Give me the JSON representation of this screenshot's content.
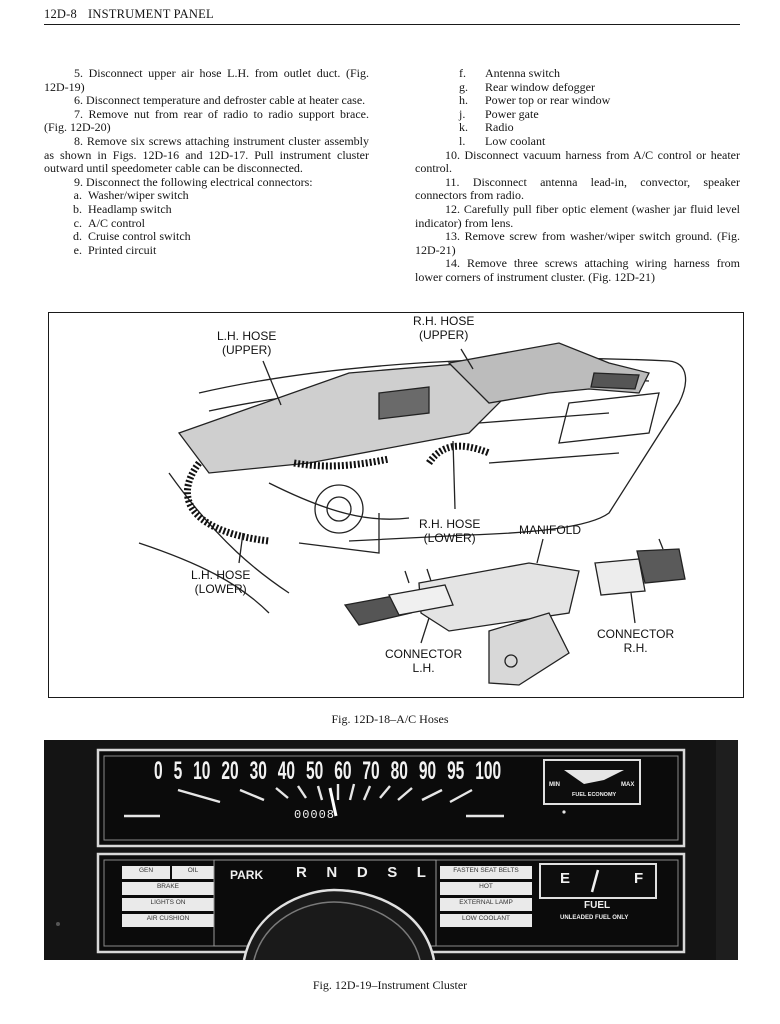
{
  "header": {
    "page_number": "12D-8",
    "section_title": "INSTRUMENT PANEL"
  },
  "left_column": {
    "paragraphs": [
      "5. Disconnect upper air hose L.H. from outlet duct. (Fig. 12D-19)",
      "6. Disconnect temperature and defroster cable at heater case.",
      "7. Remove nut from rear of radio to radio support brace. (Fig. 12D-20)",
      "8. Remove six screws attaching instrument cluster assembly as shown in Figs. 12D-16 and 12D-17. Pull instrument cluster outward until speedometer cable can be disconnected.",
      "9. Disconnect the following electrical connectors:"
    ],
    "connectors": [
      {
        "key": "a.",
        "text": "Washer/wiper switch"
      },
      {
        "key": "b.",
        "text": "Headlamp switch"
      },
      {
        "key": "c.",
        "text": "A/C control"
      },
      {
        "key": "d.",
        "text": "Cruise control switch"
      },
      {
        "key": "e.",
        "text": "Printed circuit"
      }
    ]
  },
  "right_column": {
    "connectors": [
      {
        "key": "f.",
        "text": "Antenna switch"
      },
      {
        "key": "g.",
        "text": "Rear window defogger"
      },
      {
        "key": "h.",
        "text": "Power top or rear window"
      },
      {
        "key": "j.",
        "text": "Power gate"
      },
      {
        "key": "k.",
        "text": "Radio"
      },
      {
        "key": "l.",
        "text": "Low coolant"
      }
    ],
    "paragraphs": [
      "10. Disconnect vacuum harness from A/C control or heater control.",
      "11. Disconnect antenna lead-in, convector, speaker connectors from radio.",
      "12. Carefully pull fiber optic element (washer jar fluid level indicator) from lens.",
      "13. Remove screw from washer/wiper switch ground. (Fig. 12D-21)",
      "14. Remove three screws attaching wiring harness from lower corners of instrument cluster. (Fig. 12D-21)"
    ]
  },
  "figure_1": {
    "caption": "Fig. 12D-18–A/C Hoses",
    "labels": {
      "lh_upper": "L.H. HOSE\n(UPPER)",
      "rh_upper": "R.H. HOSE\n(UPPER)",
      "rh_lower": "R.H. HOSE\n(LOWER)",
      "manifold": "MANIFOLD",
      "lh_lower": "L.H. HOSE\n(LOWER)",
      "connector_lh": "CONNECTOR\nL.H.",
      "connector_rh": "CONNECTOR\nR.H."
    }
  },
  "figure_2": {
    "caption": "Fig. 12D-19–Instrument Cluster",
    "speed_marks": [
      "0",
      "5",
      "10",
      "20",
      "30",
      "40",
      "50",
      "60",
      "70",
      "80",
      "90",
      "95",
      "100"
    ],
    "odometer": "00008",
    "fuel_economy": {
      "min": "MIN",
      "max": "MAX",
      "label": "FUEL ECONOMY"
    },
    "left_lamps": [
      "GEN",
      "OIL",
      "BRAKE",
      "LIGHTS ON",
      "AIR CUSHION"
    ],
    "park": "PARK",
    "gears": [
      "R",
      "N",
      "D",
      "S",
      "L"
    ],
    "right_lamps": [
      "FASTEN SEAT BELTS",
      "HOT",
      "EXTERNAL LAMP",
      "LOW COOLANT"
    ],
    "fuel_gauge": {
      "e": "E",
      "f": "F",
      "label": "FUEL",
      "sub": "UNLEADED FUEL ONLY"
    }
  }
}
